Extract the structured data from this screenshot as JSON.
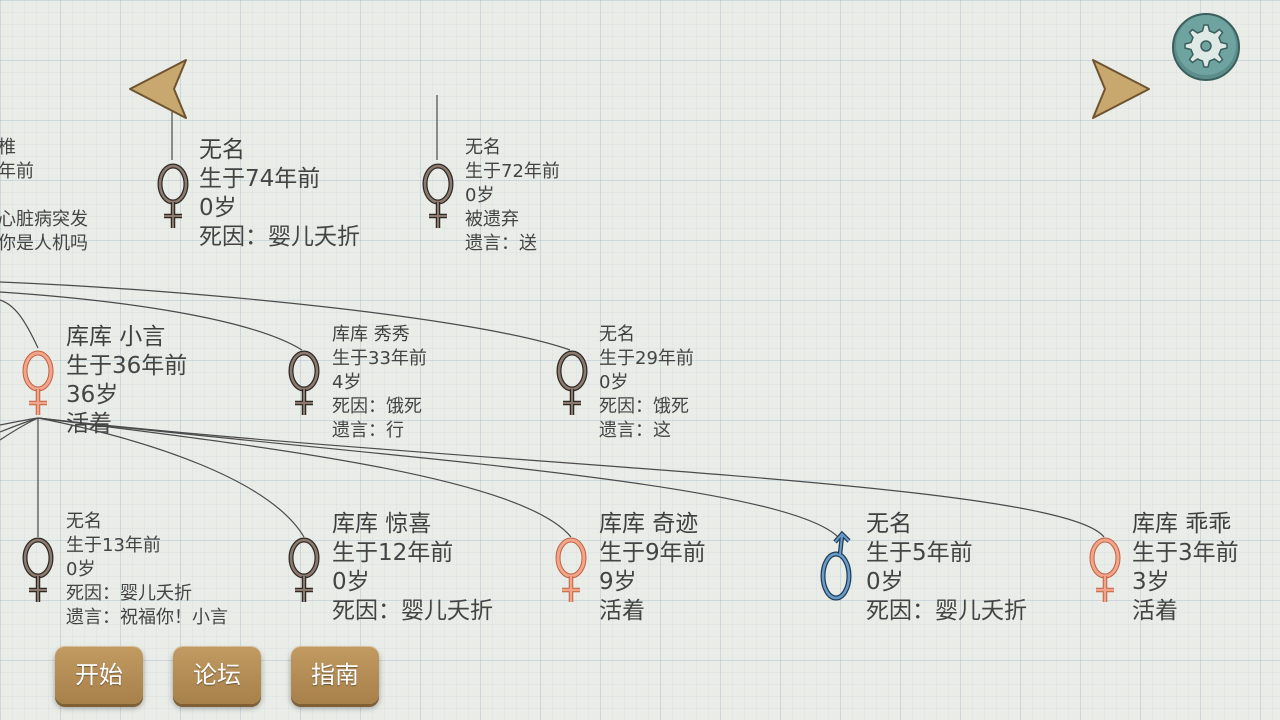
{
  "navigation": {
    "prev_icon": "chevron-left-icon",
    "next_icon": "chevron-right-icon",
    "settings_icon": "gear-icon"
  },
  "colors": {
    "female": "#f2a58c",
    "female_dead": "#8c7a6e",
    "male": "#6b9cc8",
    "button": "#b38c55",
    "gear": "#5c8f8c"
  },
  "people": [
    {
      "name": "椎",
      "line2": "年前",
      "line3": "心脏病突发",
      "line4": "你是人机吗"
    },
    {
      "name": "无名",
      "born": "生于74年前",
      "age": "0岁",
      "status": "死因：婴儿夭折"
    },
    {
      "name": "无名",
      "born": "生于72年前",
      "age": "0岁",
      "status": "被遗弃",
      "words": "遗言：送"
    },
    {
      "name": "库库 小言",
      "born": "生于36年前",
      "age": "36岁",
      "status": "活着"
    },
    {
      "name": "库库 秀秀",
      "born": "生于33年前",
      "age": "4岁",
      "status": "死因：饿死",
      "words": "遗言：行"
    },
    {
      "name": "无名",
      "born": "生于29年前",
      "age": "0岁",
      "status": "死因：饿死",
      "words": "遗言：这"
    },
    {
      "name": "无名",
      "born": "生于13年前",
      "age": "0岁",
      "status": "死因：婴儿夭折",
      "words": "遗言：祝福你！小言"
    },
    {
      "name": "库库 惊喜",
      "born": "生于12年前",
      "age": "0岁",
      "status": "死因：婴儿夭折"
    },
    {
      "name": "库库 奇迹",
      "born": "生于9年前",
      "age": "9岁",
      "status": "活着"
    },
    {
      "name": "无名",
      "born": "生于5年前",
      "age": "0岁",
      "status": "死因：婴儿夭折"
    },
    {
      "name": "库库 乖乖",
      "born": "生于3年前",
      "age": "3岁",
      "status": "活着"
    }
  ],
  "menu": {
    "start": "开始",
    "forum": "论坛",
    "guide": "指南"
  }
}
